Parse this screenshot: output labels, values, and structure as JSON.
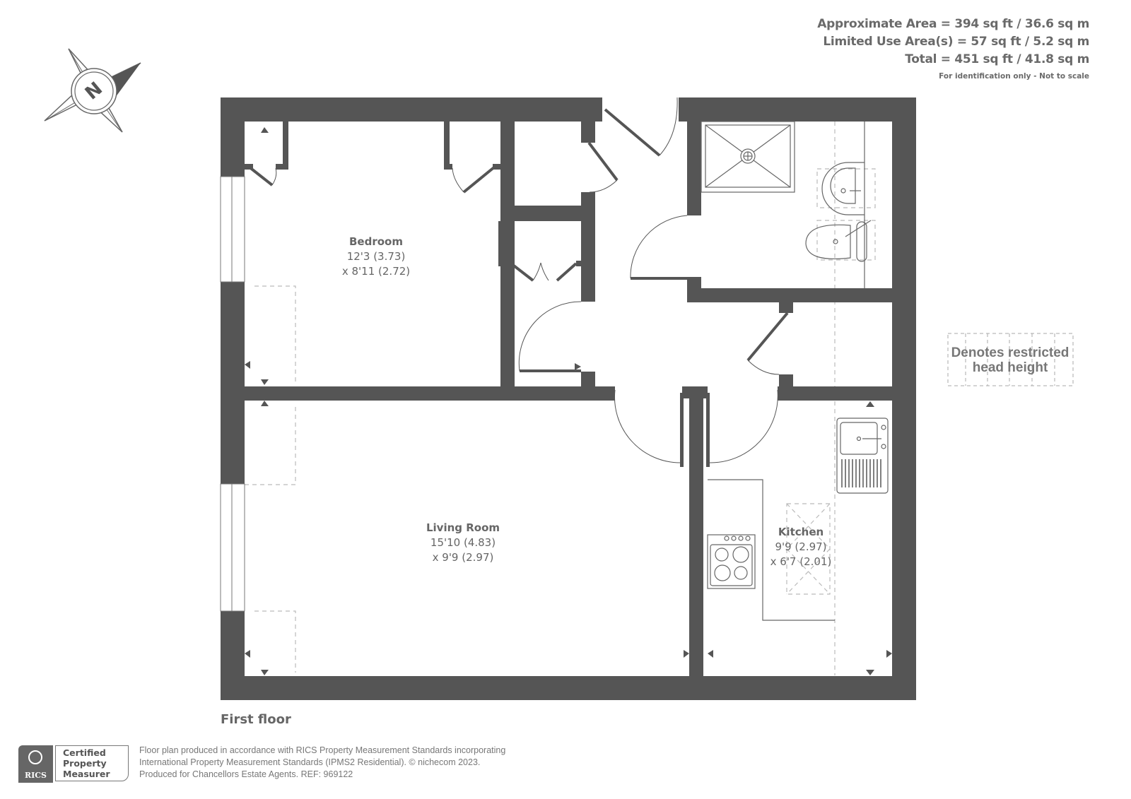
{
  "area_summary": {
    "approximate_area": "Approximate Area = 394 sq ft / 36.6 sq m",
    "limited_use_area": "Limited Use Area(s) = 57 sq ft / 5.2 sq m",
    "total": "Total = 451 sq ft / 41.8 sq m",
    "note": "For identification only - Not to scale"
  },
  "compass": {
    "icon": "north-compass-icon",
    "letter": "N"
  },
  "rooms": {
    "bedroom": {
      "name": "Bedroom",
      "dim1": "12'3 (3.73)",
      "dim2": "x 8'11 (2.72)"
    },
    "living_room": {
      "name": "Living Room",
      "dim1": "15'10 (4.83)",
      "dim2": "x 9'9 (2.97)"
    },
    "kitchen": {
      "name": "Kitchen",
      "dim1": "9'9 (2.97)",
      "dim2": "x 6'7 (2.01)"
    }
  },
  "legend": {
    "restricted_head_height_line1": "Denotes restricted",
    "restricted_head_height_line2": "head height"
  },
  "floor_label": "First floor",
  "certification": {
    "logo_text": "RICS",
    "badge_line1": "Certified",
    "badge_line2": "Property",
    "badge_line3": "Measurer"
  },
  "footer": {
    "line1": "Floor plan produced in accordance with RICS Property Measurement Standards incorporating",
    "line2": "International Property Measurement Standards (IPMS2 Residential).   © nichecom 2023.",
    "line3": "Produced for Chancellors Estate Agents.   REF: 969122"
  },
  "colors": {
    "wall": "#555555",
    "text": "#666666",
    "fixture_line": "#666666",
    "dashed": "#aaaaaa"
  }
}
